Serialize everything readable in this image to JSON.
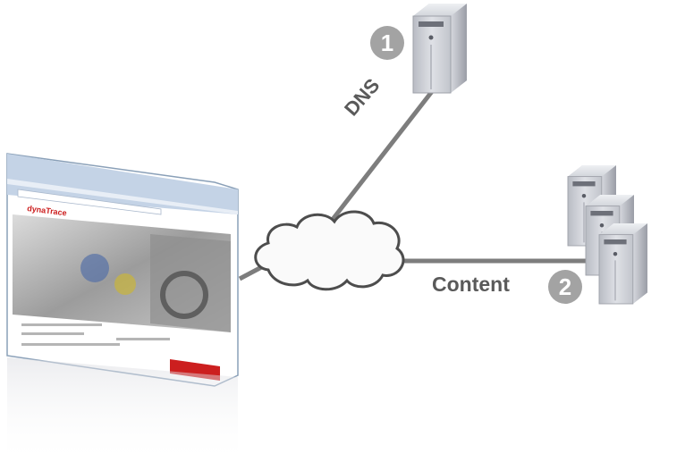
{
  "labels": {
    "dns": "DNS",
    "content": "Content"
  },
  "badges": {
    "dns_step": "1",
    "content_step": "2"
  },
  "browser": {
    "logo": "dynaTrace"
  },
  "colors": {
    "line": "#7d7d7d",
    "badge": "#a3a3a3",
    "server_body": "#c9ccd4",
    "cloud_fill": "#fafafa",
    "brand_red": "#cc1f1f"
  },
  "icons": [
    "server-icon",
    "cloud-icon",
    "browser-window-icon"
  ]
}
